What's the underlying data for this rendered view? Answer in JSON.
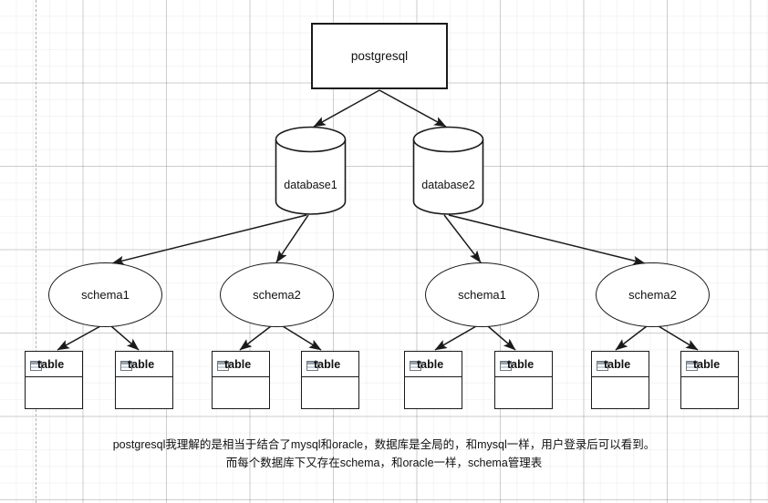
{
  "diagram": {
    "root": {
      "label": "postgresql",
      "shape": "rectangle"
    },
    "databases": [
      {
        "label": "database1",
        "shape": "cylinder"
      },
      {
        "label": "database2",
        "shape": "cylinder"
      }
    ],
    "schemas": [
      {
        "label": "schema1",
        "shape": "ellipse"
      },
      {
        "label": "schema2",
        "shape": "ellipse"
      },
      {
        "label": "schema1",
        "shape": "ellipse"
      },
      {
        "label": "schema2",
        "shape": "ellipse"
      }
    ],
    "tables": [
      {
        "label": "table",
        "icon": "table-icon"
      },
      {
        "label": "table",
        "icon": "table-icon"
      },
      {
        "label": "table",
        "icon": "table-icon"
      },
      {
        "label": "table",
        "icon": "table-icon"
      },
      {
        "label": "table",
        "icon": "table-icon"
      },
      {
        "label": "table",
        "icon": "table-icon"
      },
      {
        "label": "table",
        "icon": "table-icon"
      },
      {
        "label": "table",
        "icon": "table-icon"
      }
    ],
    "caption": {
      "line1": "postgresql我理解的是相当于结合了mysql和oracle，数据库是全局的，和mysql一样，用户登录后可以看到。",
      "line2": "而每个数据库下又存在schema，和oracle一样，schema管理表"
    },
    "colors": {
      "stroke": "#1a1a1a",
      "fill": "#ffffff",
      "text": "#111111",
      "grid_minor": "#f0f0f0",
      "grid_major": "#d6d6d6",
      "page_break": "#b0b0b0",
      "icon_gray": "#9aa3ad"
    }
  }
}
